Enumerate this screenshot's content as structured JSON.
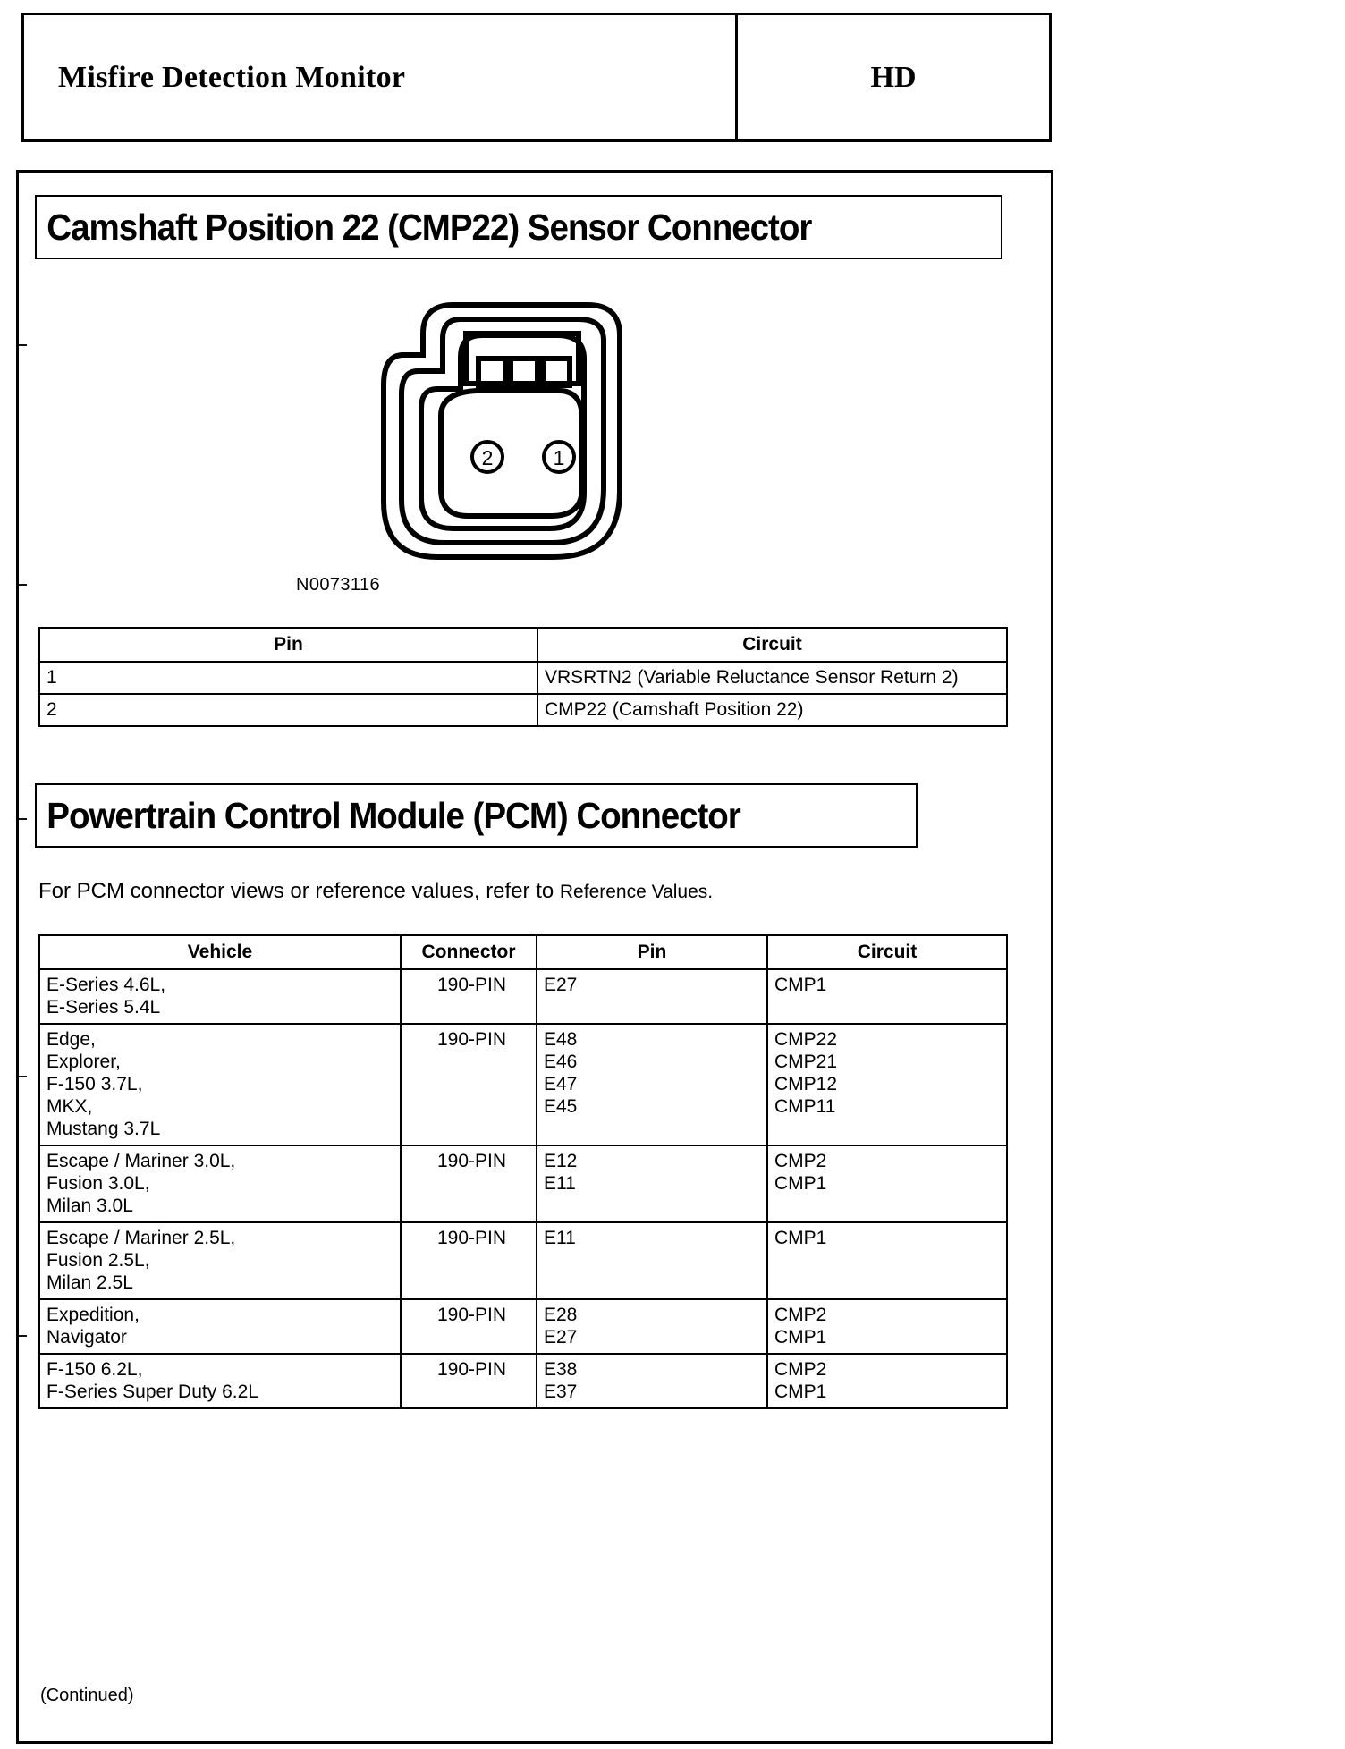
{
  "header": {
    "title": "Misfire Detection Monitor",
    "code": "HD"
  },
  "cmp_section": {
    "title": "Camshaft Position 22 (CMP22) Sensor Connector",
    "diagram": {
      "part_number": "N0073116",
      "pin_labels": [
        "2",
        "1"
      ]
    },
    "pin_table": {
      "columns": [
        "Pin",
        "Circuit"
      ],
      "rows": [
        {
          "pin": "1",
          "circuit": "VRSRTN2 (Variable Reluctance Sensor Return 2)"
        },
        {
          "pin": "2",
          "circuit": "CMP22 (Camshaft Position 22)"
        }
      ]
    }
  },
  "pcm_section": {
    "title": "Powertrain Control Module (PCM) Connector",
    "note_main": "For PCM connector views or reference values, refer to ",
    "note_reference": "Reference Values.",
    "table": {
      "columns": [
        "Vehicle",
        "Connector",
        "Pin",
        "Circuit"
      ],
      "rows": [
        {
          "vehicle": [
            "E-Series 4.6L,",
            "E-Series 5.4L"
          ],
          "connector": "190-PIN",
          "pin": [
            "E27"
          ],
          "circuit": [
            "CMP1"
          ]
        },
        {
          "vehicle": [
            "Edge,",
            "Explorer,",
            "F-150 3.7L,",
            "MKX,",
            "Mustang 3.7L"
          ],
          "connector": "190-PIN",
          "pin": [
            "E48",
            "E46",
            "E47",
            "E45"
          ],
          "circuit": [
            "CMP22",
            "CMP21",
            "CMP12",
            "CMP11"
          ]
        },
        {
          "vehicle": [
            "Escape / Mariner 3.0L,",
            "Fusion 3.0L,",
            "Milan 3.0L"
          ],
          "connector": "190-PIN",
          "pin": [
            "E12",
            "E11"
          ],
          "circuit": [
            "CMP2",
            "CMP1"
          ]
        },
        {
          "vehicle": [
            "Escape / Mariner 2.5L,",
            "Fusion 2.5L,",
            "Milan 2.5L"
          ],
          "connector": "190-PIN",
          "pin": [
            "E11"
          ],
          "circuit": [
            "CMP1"
          ]
        },
        {
          "vehicle": [
            "Expedition,",
            "Navigator"
          ],
          "connector": "190-PIN",
          "pin": [
            "E28",
            "E27"
          ],
          "circuit": [
            "CMP2",
            "CMP1"
          ]
        },
        {
          "vehicle": [
            "F-150 6.2L,",
            "F-Series Super Duty 6.2L"
          ],
          "connector": "190-PIN",
          "pin": [
            "E38",
            "E37"
          ],
          "circuit": [
            "CMP2",
            "CMP1"
          ]
        }
      ]
    },
    "continued": "(Continued)"
  }
}
